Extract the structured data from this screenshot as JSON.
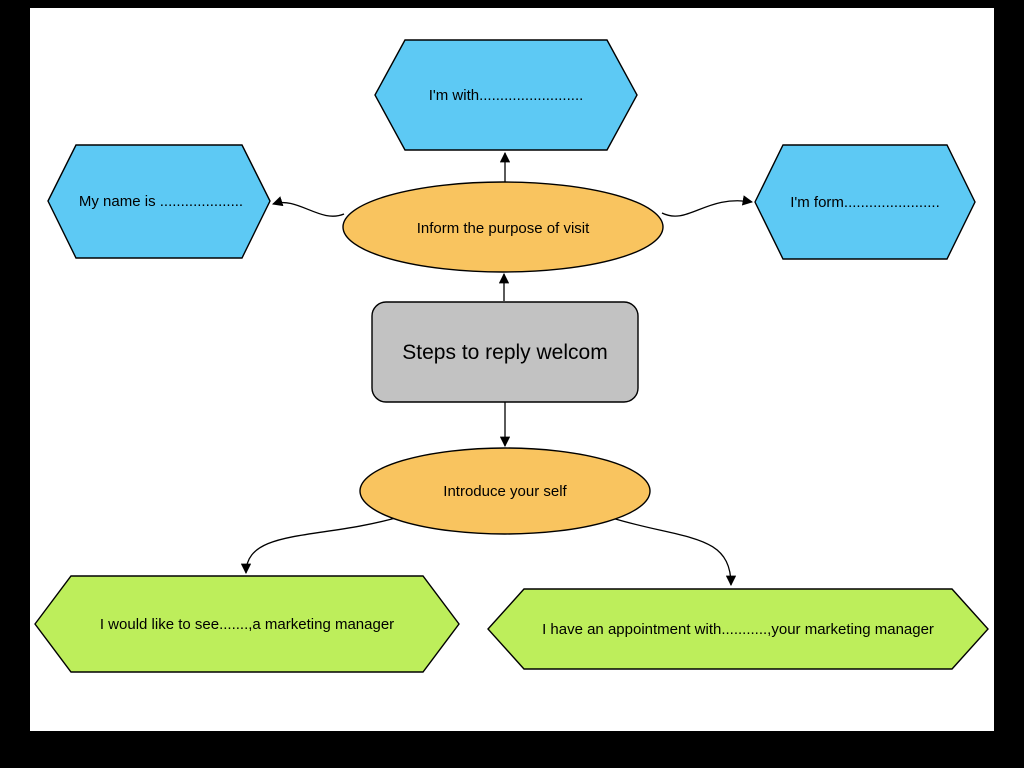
{
  "slide": {
    "background": "#000000",
    "canvas_color": "#ffffff"
  },
  "diagram": {
    "colors": {
      "blue": "#5dc9f4",
      "orange": "#f9c45f",
      "gray": "#c2c2c2",
      "green": "#bdee5b",
      "stroke": "#000000"
    },
    "center": {
      "label": "Steps to reply welcom"
    },
    "ellipses": {
      "purpose": {
        "label": "Inform the purpose of visit"
      },
      "introduce": {
        "label": "Introduce your self"
      }
    },
    "hexagons": {
      "im_with": {
        "label": "I'm with........................."
      },
      "my_name": {
        "label": "My name is ...................."
      },
      "im_form": {
        "label": "I'm form......................."
      },
      "would_like": {
        "label": "I would like to see.......,a marketing manager"
      },
      "appointment": {
        "label": "I have an appointment with...........,your marketing manager"
      }
    }
  }
}
